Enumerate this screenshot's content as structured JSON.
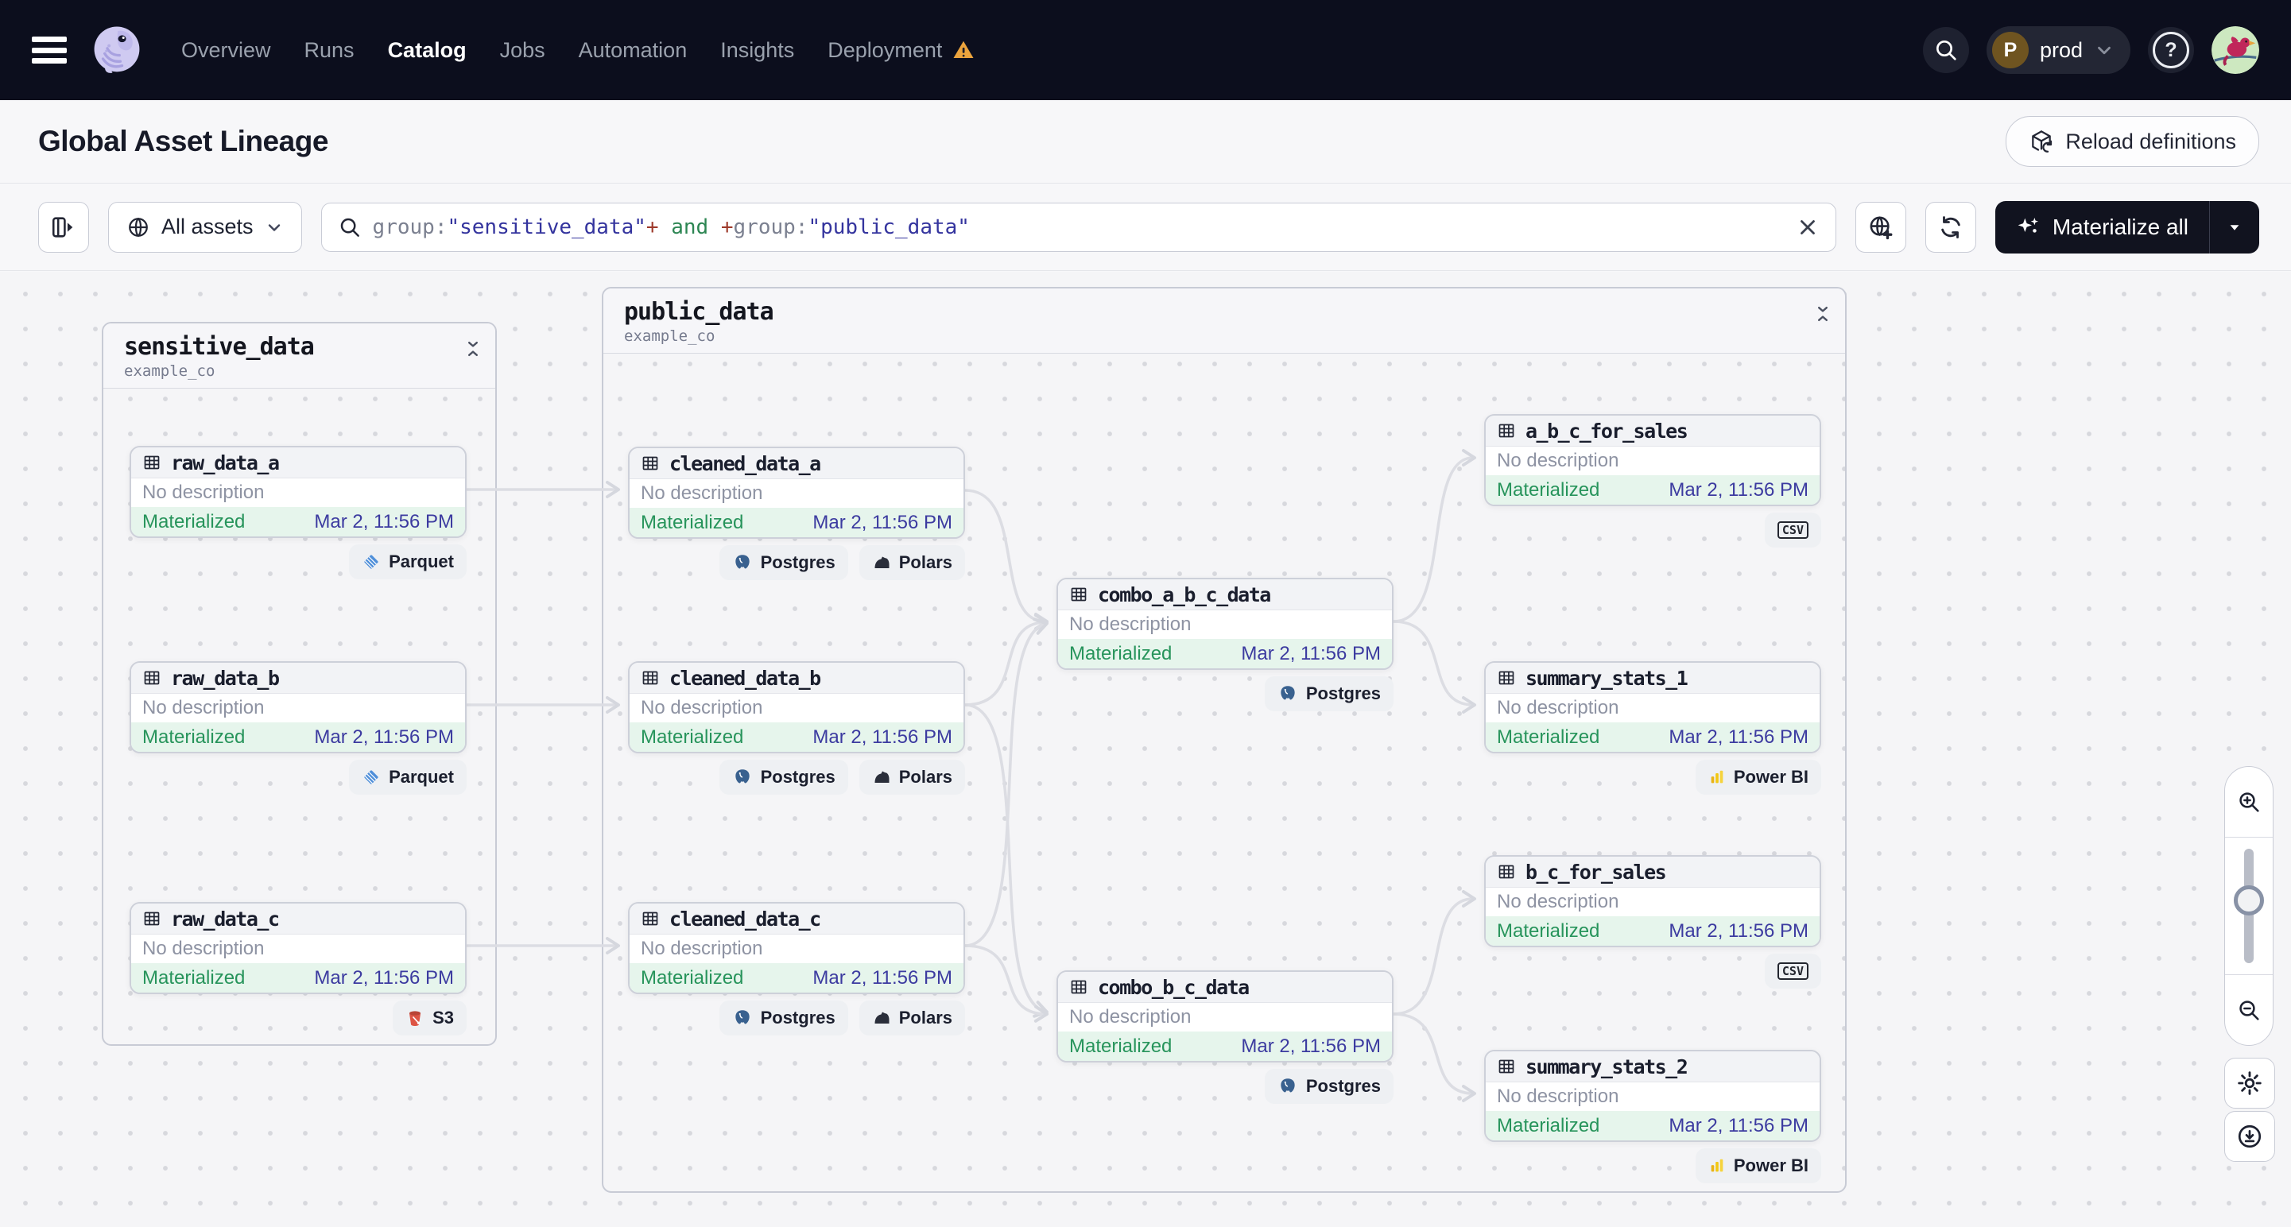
{
  "nav": {
    "items": [
      "Overview",
      "Runs",
      "Catalog",
      "Jobs",
      "Automation",
      "Insights",
      "Deployment"
    ],
    "active_item": "Catalog",
    "environment": {
      "initial": "P",
      "label": "prod"
    },
    "help_glyph": "?"
  },
  "header": {
    "title": "Global Asset Lineage",
    "reload_button": "Reload definitions"
  },
  "toolbar": {
    "assets_filter": "All assets",
    "search_query": {
      "tokens": [
        {
          "text": "group:",
          "type": "field"
        },
        {
          "text": "\"sensitive_data\"",
          "type": "string"
        },
        {
          "text": "+",
          "type": "plus"
        },
        {
          "text": " and ",
          "type": "and"
        },
        {
          "text": "+",
          "type": "plus"
        },
        {
          "text": "group:",
          "type": "field"
        },
        {
          "text": "\"public_data\"",
          "type": "string"
        }
      ]
    },
    "materialize_button": "Materialize all"
  },
  "graph": {
    "groups": [
      {
        "name": "sensitive_data",
        "subtitle": "example_co"
      },
      {
        "name": "public_data",
        "subtitle": "example_co"
      }
    ],
    "nodes": [
      {
        "title": "raw_data_a",
        "description": "No description",
        "status": "Materialized",
        "timestamp": "Mar 2, 11:56 PM",
        "tags": [
          {
            "label": "Parquet"
          }
        ]
      },
      {
        "title": "raw_data_b",
        "description": "No description",
        "status": "Materialized",
        "timestamp": "Mar 2, 11:56 PM",
        "tags": [
          {
            "label": "Parquet"
          }
        ]
      },
      {
        "title": "raw_data_c",
        "description": "No description",
        "status": "Materialized",
        "timestamp": "Mar 2, 11:56 PM",
        "tags": [
          {
            "label": "S3"
          }
        ]
      },
      {
        "title": "cleaned_data_a",
        "description": "No description",
        "status": "Materialized",
        "timestamp": "Mar 2, 11:56 PM",
        "tags": [
          {
            "label": "Postgres"
          },
          {
            "label": "Polars"
          }
        ]
      },
      {
        "title": "cleaned_data_b",
        "description": "No description",
        "status": "Materialized",
        "timestamp": "Mar 2, 11:56 PM",
        "tags": [
          {
            "label": "Postgres"
          },
          {
            "label": "Polars"
          }
        ]
      },
      {
        "title": "cleaned_data_c",
        "description": "No description",
        "status": "Materialized",
        "timestamp": "Mar 2, 11:56 PM",
        "tags": [
          {
            "label": "Postgres"
          },
          {
            "label": "Polars"
          }
        ]
      },
      {
        "title": "combo_a_b_c_data",
        "description": "No description",
        "status": "Materialized",
        "timestamp": "Mar 2, 11:56 PM",
        "tags": [
          {
            "label": "Postgres"
          }
        ]
      },
      {
        "title": "combo_b_c_data",
        "description": "No description",
        "status": "Materialized",
        "timestamp": "Mar 2, 11:56 PM",
        "tags": [
          {
            "label": "Postgres"
          }
        ]
      },
      {
        "title": "a_b_c_for_sales",
        "description": "No description",
        "status": "Materialized",
        "timestamp": "Mar 2, 11:56 PM",
        "tags": [
          {
            "label": "CSV"
          }
        ]
      },
      {
        "title": "summary_stats_1",
        "description": "No description",
        "status": "Materialized",
        "timestamp": "Mar 2, 11:56 PM",
        "tags": [
          {
            "label": "Power BI"
          }
        ]
      },
      {
        "title": "b_c_for_sales",
        "description": "No description",
        "status": "Materialized",
        "timestamp": "Mar 2, 11:56 PM",
        "tags": [
          {
            "label": "CSV"
          }
        ]
      },
      {
        "title": "summary_stats_2",
        "description": "No description",
        "status": "Materialized",
        "timestamp": "Mar 2, 11:56 PM",
        "tags": [
          {
            "label": "Power BI"
          }
        ]
      }
    ]
  },
  "icons": [
    "menu-icon",
    "dagster-logo",
    "warning-icon",
    "search-icon",
    "chevron-down-icon",
    "help-icon",
    "avatar",
    "reload-icon",
    "sidebar-toggle-icon",
    "globe-icon",
    "magnifier-icon",
    "clear-icon",
    "globe-add-icon",
    "refresh-icon",
    "sparkles-icon",
    "caret-down-icon",
    "collapse-icon",
    "table-icon",
    "parquet-icon",
    "s3-icon",
    "postgres-icon",
    "polars-icon",
    "csv-icon",
    "powerbi-icon",
    "zoom-in-icon",
    "zoom-out-icon",
    "gear-icon",
    "download-icon"
  ],
  "colors": {
    "nav_bg": "#0c0e1d",
    "warning_orange": "#eba33d",
    "materialized_green": "#27945b",
    "materialized_row": "#e6f5ec",
    "timestamp_indigo": "#3c3ba0",
    "query_field_gray": "#7b8090",
    "query_string_indigo": "#34349e",
    "query_plus_red": "#9e3a2b",
    "query_and_green": "#2d8653",
    "dark_button": "#11131f",
    "edge_gray": "#dcdde3"
  }
}
